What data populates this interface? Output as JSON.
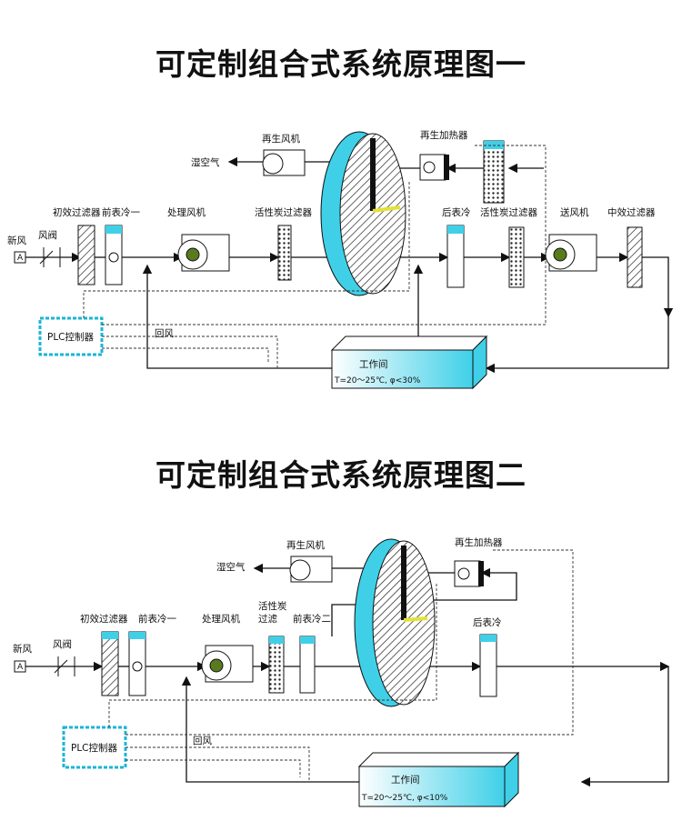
{
  "diagram1": {
    "title": "可定制组合式系统原理图一",
    "labels": {
      "fresh_air": "新风",
      "air_valve": "风阀",
      "primary_filter": "初效过滤器",
      "pre_cooler": "前表冷一",
      "process_fan": "处理风机",
      "carbon_filter": "活性炭过滤器",
      "regen_fan": "再生风机",
      "wet_air": "湿空气",
      "regen_heater": "再生加热器",
      "post_cooler": "后表冷",
      "carbon_filter_2": "活性炭过滤器",
      "supply_fan": "送风机",
      "medium_filter": "中效过滤器",
      "plc": "PLC控制器",
      "return_air": "回风",
      "room_name": "工作间",
      "room_conditions": "T=20～25℃, φ<30%"
    }
  },
  "diagram2": {
    "title": "可定制组合式系统原理图二",
    "labels": {
      "fresh_air": "新风",
      "air_valve": "风阀",
      "primary_filter": "初效过滤器",
      "pre_cooler": "前表冷一",
      "process_fan": "处理风机",
      "carbon_filter_line1": "活性炭",
      "carbon_filter_line2": "过滤",
      "pre_cooler_2": "前表冷二",
      "regen_fan": "再生风机",
      "wet_air": "湿空气",
      "regen_heater": "再生加热器",
      "post_cooler": "后表冷",
      "plc": "PLC控制器",
      "return_air": "回风",
      "room_name": "工作间",
      "room_conditions": "T=20～25℃, φ<10%"
    }
  },
  "colors": {
    "cyan": "#3fd0e8",
    "plc_border": "#19b6d6",
    "wheel_yellow": "#e2e23a"
  }
}
